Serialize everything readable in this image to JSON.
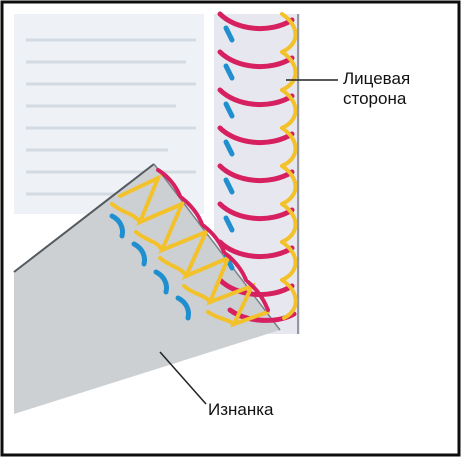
{
  "labels": {
    "face_line1": "Лицевая",
    "face_line2": "сторона",
    "back": "Изнанка"
  },
  "colors": {
    "frame": "#0d0d0d",
    "fabric_face": "#e7e7ef",
    "fabric_back": "#cdd0d3",
    "fabric_back_edge": "#9aa0a4",
    "thread_magenta": "#d6205f",
    "thread_yellow": "#f3c12a",
    "thread_blue": "#1f8fd0",
    "smudge": "#dfe4ea"
  }
}
